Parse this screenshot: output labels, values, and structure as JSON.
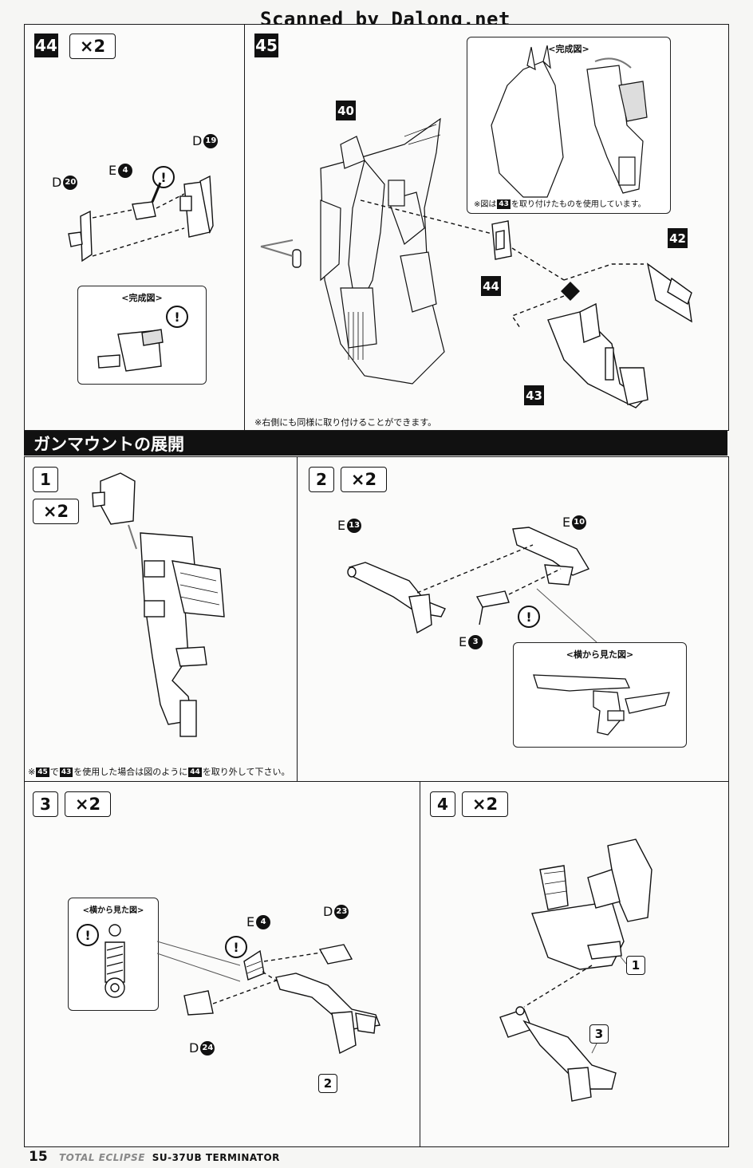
{
  "watermark": "Scanned by Dalong.net",
  "section_heading": "ガンマウントの展開",
  "footer": {
    "page_number": "15",
    "series": "TOTAL ECLIPSE",
    "model": "SU-37UB TERMINATOR"
  },
  "caution_symbol": "!",
  "step44": {
    "step": "44",
    "qty": "×2",
    "parts": [
      {
        "runner": "D",
        "num": "20"
      },
      {
        "runner": "E",
        "num": "4"
      },
      {
        "runner": "D",
        "num": "19"
      }
    ],
    "inset_title": "<完成図>"
  },
  "step45": {
    "step": "45",
    "inset_title": "<完成図>",
    "inset_note_pre": "※図は",
    "inset_note_ref": "43",
    "inset_note_post": "を取り付けたものを使用しています。",
    "callouts": [
      "40",
      "44",
      "42",
      "43"
    ],
    "note": "※右側にも同様に取り付けることができます。"
  },
  "step1": {
    "step": "1",
    "qty": "×2",
    "note_pre": "※",
    "ref_a": "45",
    "note_mid1": "で",
    "ref_b": "43",
    "note_mid2": "を使用した場合は図のように",
    "ref_c": "44",
    "note_post": "を取り外して下さい。"
  },
  "step2": {
    "step": "2",
    "qty": "×2",
    "parts": [
      {
        "runner": "E",
        "num": "13"
      },
      {
        "runner": "E",
        "num": "10"
      },
      {
        "runner": "E",
        "num": "3"
      }
    ],
    "inset_title": "<横から見た図>"
  },
  "step3": {
    "step": "3",
    "qty": "×2",
    "parts": [
      {
        "runner": "E",
        "num": "4"
      },
      {
        "runner": "D",
        "num": "23"
      },
      {
        "runner": "D",
        "num": "24"
      }
    ],
    "inset_title": "<横から見た図>",
    "ref": "2"
  },
  "step4": {
    "step": "4",
    "qty": "×2",
    "refs": [
      "1",
      "3"
    ]
  }
}
